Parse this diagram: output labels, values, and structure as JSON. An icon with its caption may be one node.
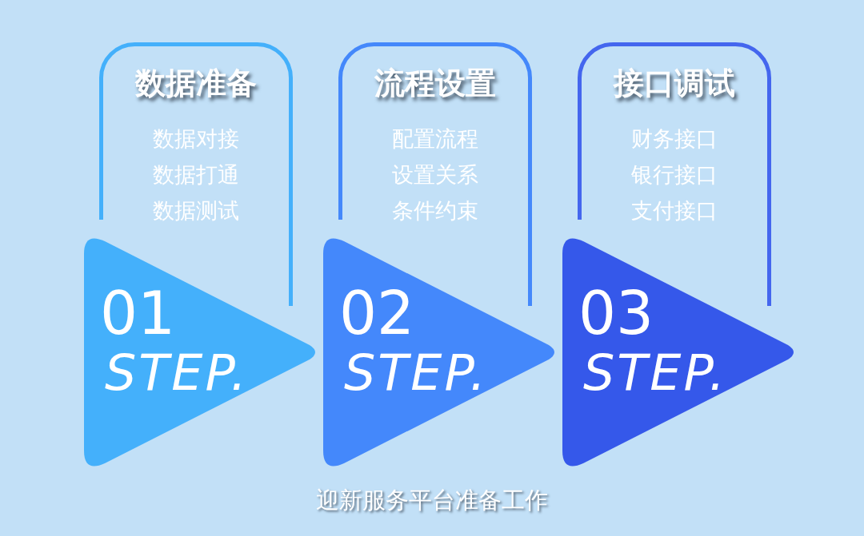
{
  "diagram": {
    "caption": "迎新服务平台准备工作",
    "nodes": [
      {
        "text": [
          "数据准备",
          "数据对接",
          "数据打通",
          "数据测试"
        ]
      },
      {
        "text": [
          "01",
          "STEP."
        ]
      },
      {
        "text": [
          "流程设置",
          "配置流程",
          "设置关系",
          "条件约束"
        ]
      },
      {
        "text": [
          "02",
          "STEP."
        ]
      },
      {
        "text": [
          "接口调试",
          "财务接口",
          "银行接口",
          "支付接口"
        ]
      },
      {
        "text": [
          "03",
          "STEP."
        ]
      }
    ]
  }
}
